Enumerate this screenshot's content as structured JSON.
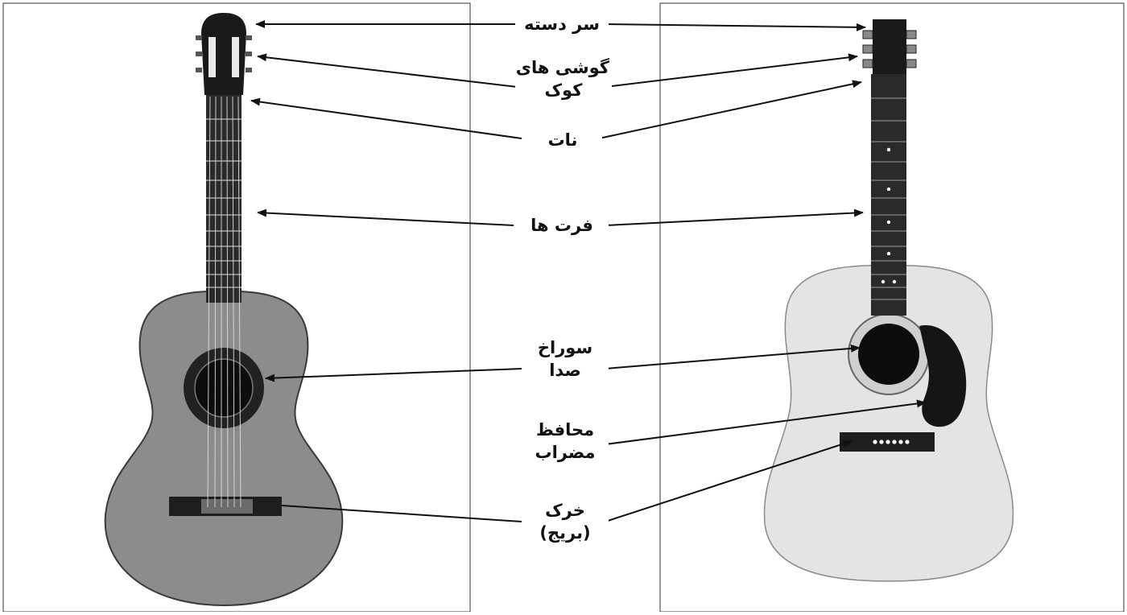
{
  "labels": {
    "headstock": "سر دسته",
    "tuners_line1": "گوشی های",
    "tuners_line2": "کوک",
    "nut": "نات",
    "frets": "فرت ها",
    "soundhole_line1": "سوراخ",
    "soundhole_line2": "صدا",
    "pickguard_line1": "محافظ",
    "pickguard_line2": "مضراب",
    "bridge_line1": "خرک",
    "bridge_line2": "(بریج)"
  },
  "colors": {
    "line": "#111111",
    "classical_body": "#8a8a8a",
    "acoustic_body": "#e6e6e6",
    "dark": "#1a1a1a"
  }
}
